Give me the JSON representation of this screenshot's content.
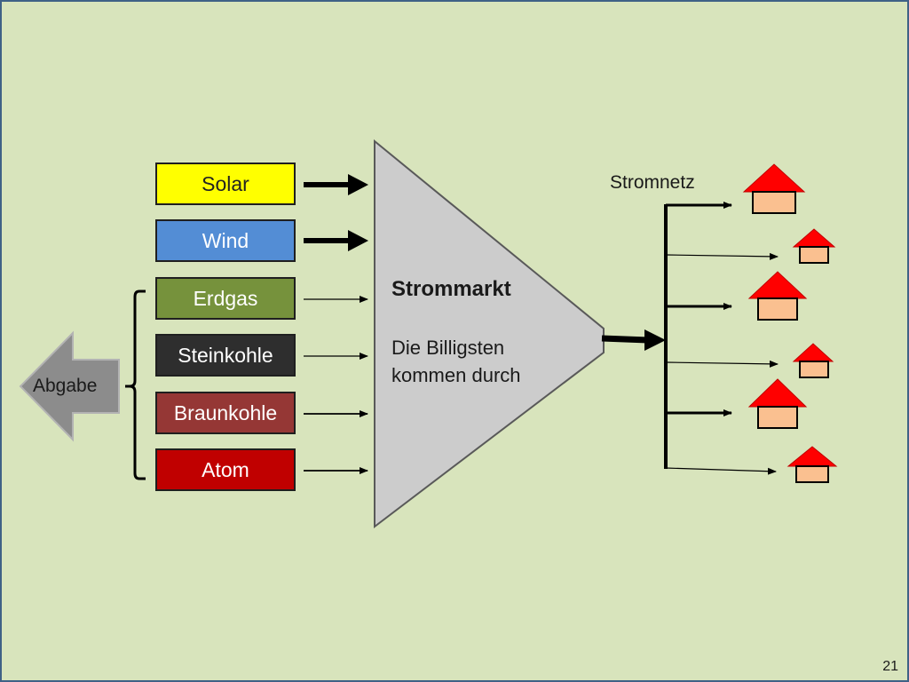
{
  "sources": {
    "solar": {
      "label": "Solar",
      "color": "#ffff00"
    },
    "wind": {
      "label": "Wind",
      "color": "#538dd5"
    },
    "erdgas": {
      "label": "Erdgas",
      "color": "#76923c"
    },
    "steinkohle": {
      "label": "Steinkohle",
      "color": "#2e2e2e"
    },
    "braunkohle": {
      "label": "Braunkohle",
      "color": "#953735"
    },
    "atom": {
      "label": "Atom",
      "color": "#c00000"
    }
  },
  "market": {
    "title": "Strommarkt",
    "subtitle_line1": "Die Billigsten",
    "subtitle_line2": "kommen durch"
  },
  "grid": {
    "label": "Stromnetz"
  },
  "abgabe": {
    "label": "Abgabe"
  },
  "page_number": "21",
  "colors": {
    "background": "#d8e4bc",
    "market_fill": "#cccccc",
    "house_roof": "#ff0000",
    "house_body": "#fac090"
  }
}
